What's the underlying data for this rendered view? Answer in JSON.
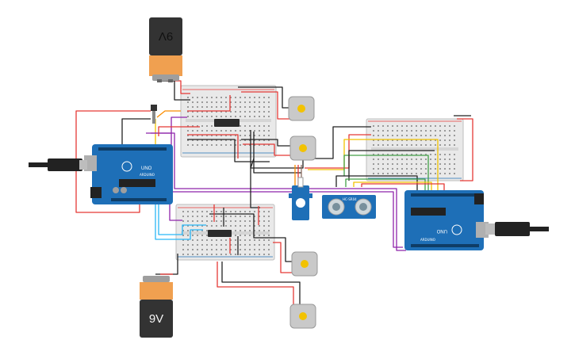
{
  "batteries": [
    {
      "label": "9V",
      "orientation": "flipped"
    },
    {
      "label": "9V",
      "orientation": "upright"
    }
  ],
  "arduinos": [
    {
      "logo": "UNO",
      "brand": "ARDUINO"
    },
    {
      "logo": "UNO",
      "brand": "ARDUINO"
    }
  ],
  "sensor": {
    "label": "HC-SR04"
  },
  "icons": [
    "usb-cable-icon",
    "dc-motor-icon",
    "servo-icon",
    "push-button-icon"
  ],
  "colors": {
    "wire_red": "#e53935",
    "wire_black": "#222222",
    "wire_purple": "#8e24aa",
    "wire_cyan": "#29b6f6",
    "wire_yellow": "#f2c200",
    "wire_green": "#43a047",
    "wire_orange": "#fb8c00",
    "arduino_blue": "#1e6fb7",
    "breadboard": "#e9e9e9",
    "battery_orange": "#f0a050"
  }
}
